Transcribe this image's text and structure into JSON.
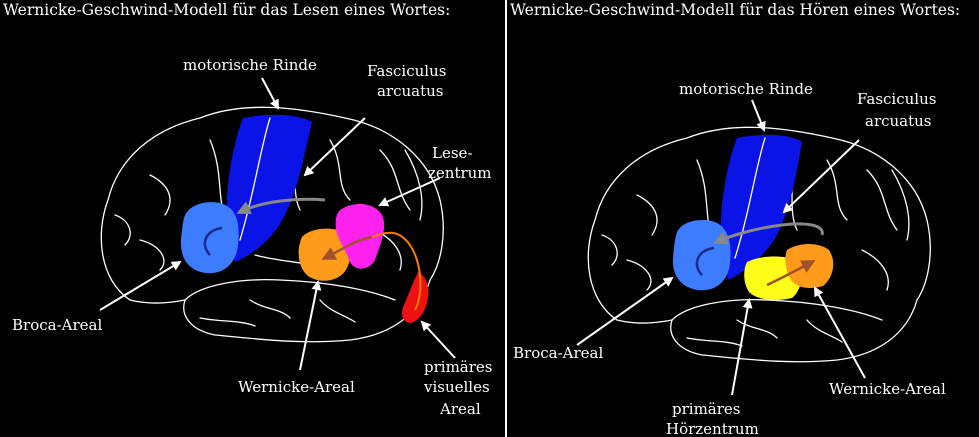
{
  "colors": {
    "background": "#000000",
    "motor_cortex": "#0a14e6",
    "broca": "#3d7bff",
    "wernicke": "#ff9a1a",
    "reading_center": "#ff22ee",
    "visual_area": "#ee1111",
    "auditory": "#ffff1a",
    "pathway": "#888888",
    "visual_pathway": "#ff7a00",
    "text": "#ffffff"
  },
  "reading": {
    "title": "Wernicke-Geschwind-Modell für das Lesen eines Wortes:",
    "labels": {
      "motor": "motorische Rinde",
      "fasciculus_1": "Fasciculus",
      "fasciculus_2": "arcuatus",
      "reading_1": "Lese-",
      "reading_2": "zentrum",
      "broca": "Broca-Areal",
      "wernicke": "Wernicke-Areal",
      "visual_1": "primäres",
      "visual_2": "visuelles",
      "visual_3": "Areal"
    }
  },
  "hearing": {
    "title": "Wernicke-Geschwind-Modell für das Hören eines Wortes:",
    "labels": {
      "motor": "motorische Rinde",
      "fasciculus_1": "Fasciculus",
      "fasciculus_2": "arcuatus",
      "broca": "Broca-Areal",
      "auditory_1": "primäres",
      "auditory_2": "Hörzentrum",
      "wernicke": "Wernicke-Areal"
    }
  }
}
